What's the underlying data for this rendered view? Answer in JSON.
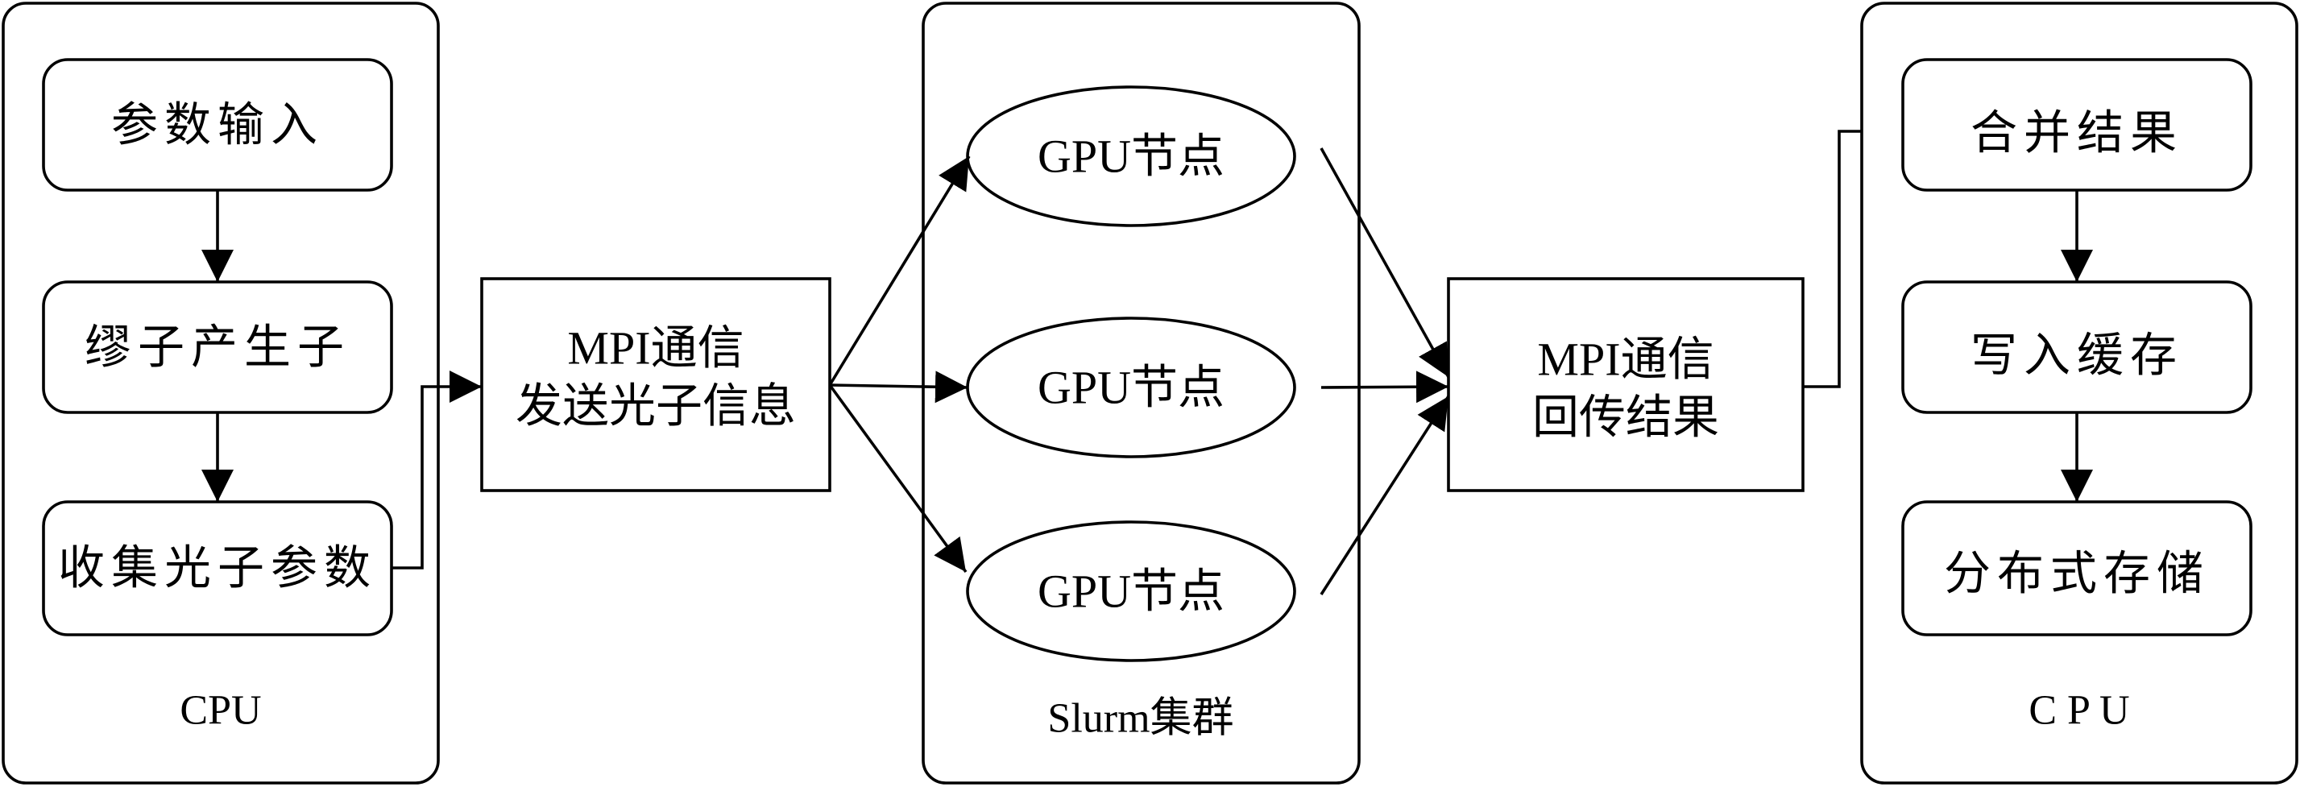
{
  "left_panel": {
    "label": "CPU",
    "steps": [
      "参数输入",
      "缪子产生子",
      "收集光子参数"
    ]
  },
  "send_box": {
    "line1": "MPI通信",
    "line2": "发送光子信息"
  },
  "cluster": {
    "label": "Slurm集群",
    "nodes": [
      "GPU节点",
      "GPU节点",
      "GPU节点"
    ]
  },
  "return_box": {
    "line1": "MPI通信",
    "line2": "回传结果"
  },
  "right_panel": {
    "label": "C P U",
    "steps": [
      "合并结果",
      "写入缓存",
      "分布式存储"
    ]
  }
}
